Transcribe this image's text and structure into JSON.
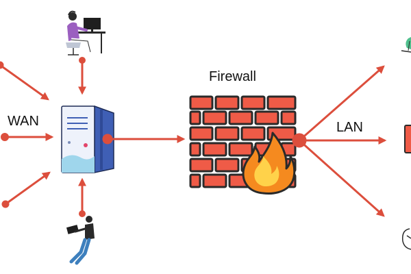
{
  "labels": {
    "wan": "WAN",
    "firewall": "Firewall",
    "lan": "LAN"
  },
  "colors": {
    "arrow": "#dc4e3c",
    "brick": "#ef5b47",
    "brick_outline": "#2a2a2a",
    "server_body": "#eef2fb",
    "server_side": "#3f5fb5",
    "flame_outer": "#f58a1f",
    "flame_inner": "#ffd24a",
    "person_purple": "#9b5fc0"
  },
  "icons": {
    "server": "server-icon",
    "firewall": "brick-wall-icon",
    "flame": "flame-icon",
    "office_user": "person-at-desk-icon",
    "laptop_user": "person-with-laptop-icon",
    "lan_top": "person-icon",
    "lan_middle": "printer-icon",
    "lan_bottom": "person-icon"
  }
}
